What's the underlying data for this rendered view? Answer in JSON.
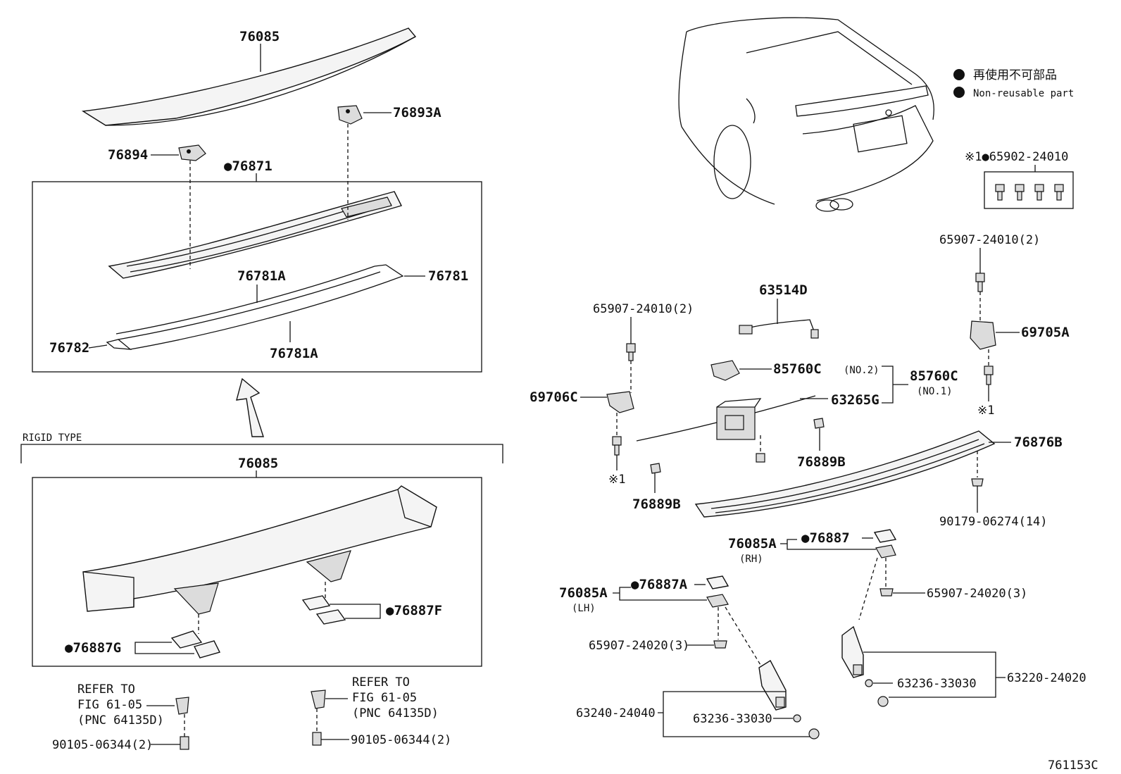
{
  "legend": {
    "bullet_symbol": "●",
    "line_jp": "再使用不可部品",
    "line_en": "Non-reusable part"
  },
  "diagram_id": "761153C",
  "section_label": "RIGID TYPE",
  "refer_note": {
    "line1": "REFER TO",
    "line2": "FIG 61-05",
    "line3": "(PNC 64135D)"
  },
  "parts": {
    "p76085_top": "76085",
    "p76893A": "76893A",
    "p76894": "76894",
    "p76871": "●76871",
    "p76781A_upper": "76781A",
    "p76781": "76781",
    "p76782": "76782",
    "p76781A_lower": "76781A",
    "p76085_rigid": "76085",
    "p76887F": "●76887F",
    "p76887G": "●76887G",
    "p90105_left": "90105-06344(2)",
    "p90105_right": "90105-06344(2)",
    "p65902": "※1●65902-24010",
    "p65907_right_top": "65907-24010(2)",
    "p69705A": "69705A",
    "p65907_left_top": "65907-24010(2)",
    "p63514D": "63514D",
    "p85760C_no2": "85760C",
    "p85760C_no2_suffix": "(NO.2)",
    "p85760C_no1": "85760C",
    "p85760C_no1_suffix": "(NO.1)",
    "p63265G": "63265G",
    "p69706C": "69706C",
    "star1_left": "※1",
    "star1_right": "※1",
    "p76876B": "76876B",
    "p76889B_right": "76889B",
    "p76889B_left": "76889B",
    "p90179": "90179-06274(14)",
    "p76085A_rh": "76085A",
    "rh_suffix": "(RH)",
    "p76887": "●76887",
    "p65907_20_rh": "65907-24020(3)",
    "p76085A_lh": "76085A",
    "lh_suffix": "(LH)",
    "p76887A": "●76887A",
    "p65907_20_lh": "65907-24020(3)",
    "p63220": "63220-24020",
    "p63236_rh": "63236-33030",
    "p63240": "63240-24040",
    "p63236_lh": "63236-33030"
  }
}
